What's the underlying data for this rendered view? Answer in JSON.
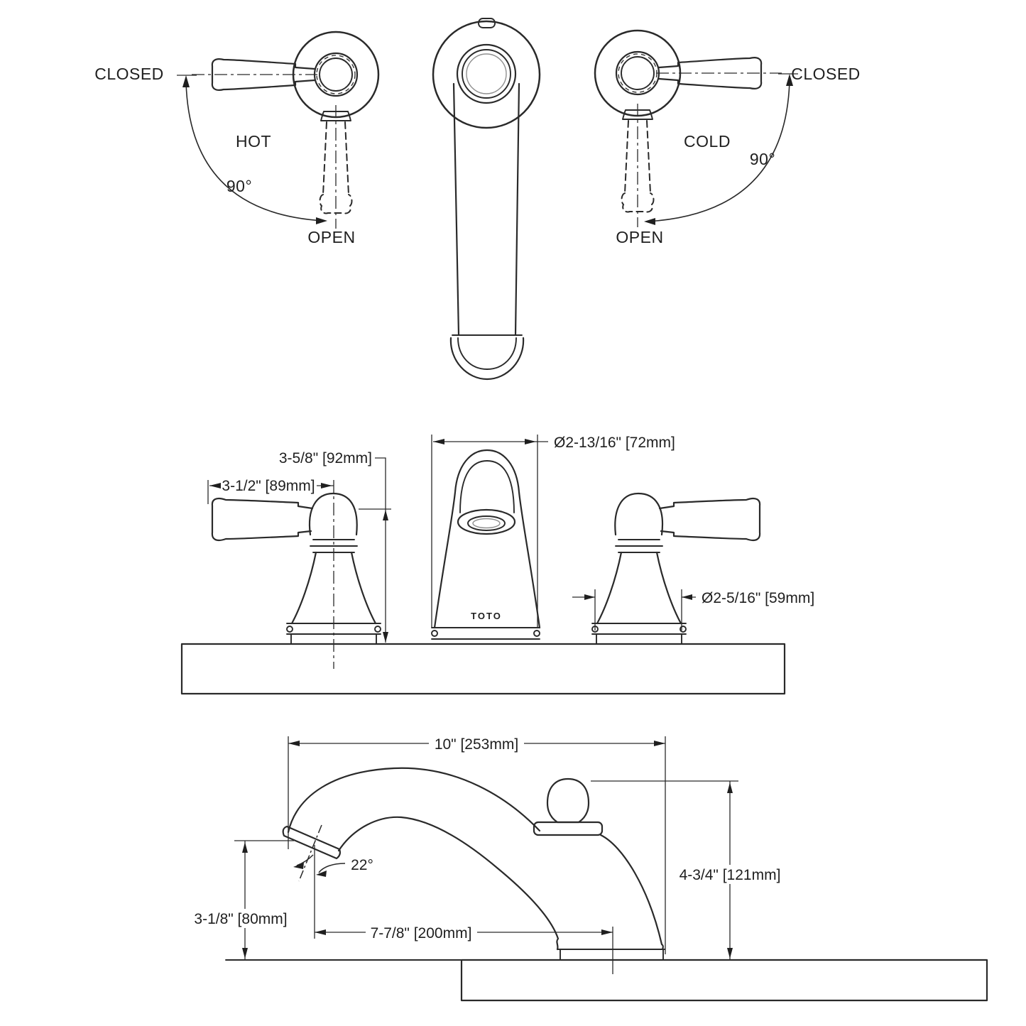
{
  "diagram": {
    "background": "#ffffff",
    "line_color": "#2a2a2a",
    "plan_view": {
      "left_handle": {
        "closed": "CLOSED",
        "temperature": "HOT",
        "rotation": "90°",
        "open": "OPEN"
      },
      "right_handle": {
        "closed": "CLOSED",
        "temperature": "COLD",
        "rotation": "90°",
        "open": "OPEN"
      }
    },
    "front_view": {
      "handle_height": "3-5/8\" [92mm]",
      "handle_lever_length": "3-1/2\" [89mm]",
      "spout_base_diameter": "Ø2-13/16\" [72mm]",
      "handle_base_diameter": "Ø2-5/16\" [59mm]",
      "brand_mark": "TOTO"
    },
    "side_view": {
      "overall_length": "10\" [253mm]",
      "overall_height": "4-3/4\" [121mm]",
      "spout_outlet_height": "3-1/8\" [80mm]",
      "spout_reach": "7-7/8\" [200mm]",
      "outlet_angle": "22°"
    }
  }
}
